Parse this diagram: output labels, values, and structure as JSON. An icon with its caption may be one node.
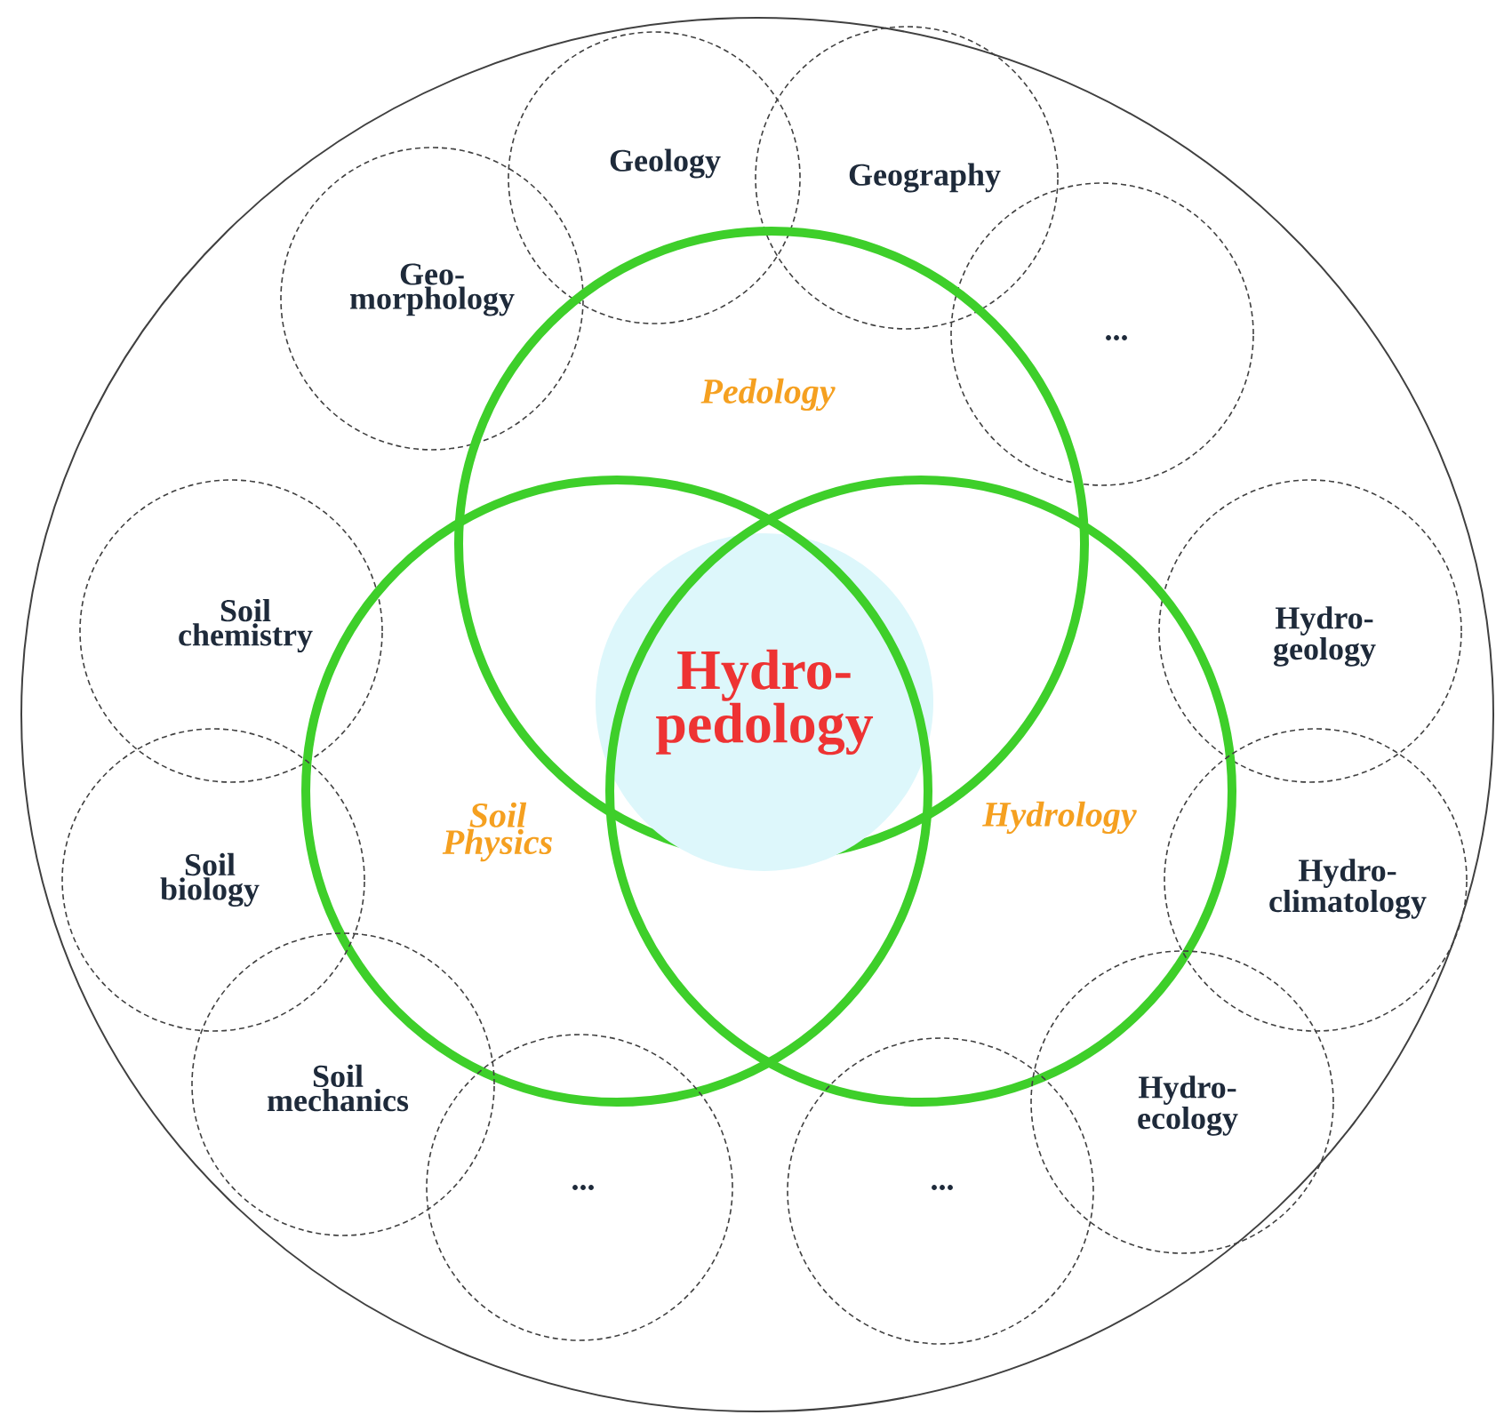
{
  "diagram": {
    "nodes": [
      {
        "text": [],
        "shape": "circle"
      },
      {
        "text": [
          "Geology"
        ],
        "in": 0
      },
      {
        "text": [
          "Geography"
        ],
        "in": 0
      },
      {
        "text": [
          "Geo- morphology"
        ],
        "in": 0
      },
      {
        "text": [
          "..."
        ],
        "in": 0
      },
      {
        "text": [
          "Pedology"
        ],
        "in": 0
      },
      {
        "text": [
          "Soil chemistry"
        ],
        "in": 0
      },
      {
        "text": [
          "Hydro- geology"
        ],
        "in": 0
      },
      {
        "text": [
          "Hydro- pedology"
        ]
      },
      {
        "text": [
          "Soil Physics"
        ],
        "in": 0
      },
      {
        "text": [
          "Hydrology"
        ],
        "in": 0
      },
      {
        "text": [
          "Soil biology"
        ],
        "in": 0
      },
      {
        "text": [
          "Hydro- climatology"
        ],
        "in": 0
      },
      {
        "text": [
          "Soil mechanics"
        ],
        "in": 0
      },
      {
        "text": [
          "Hydro- ecology"
        ],
        "in": 0
      },
      {
        "text": [
          "..."
        ],
        "in": 0
      },
      {
        "text": [
          "..."
        ],
        "in": 0
      }
    ]
  }
}
